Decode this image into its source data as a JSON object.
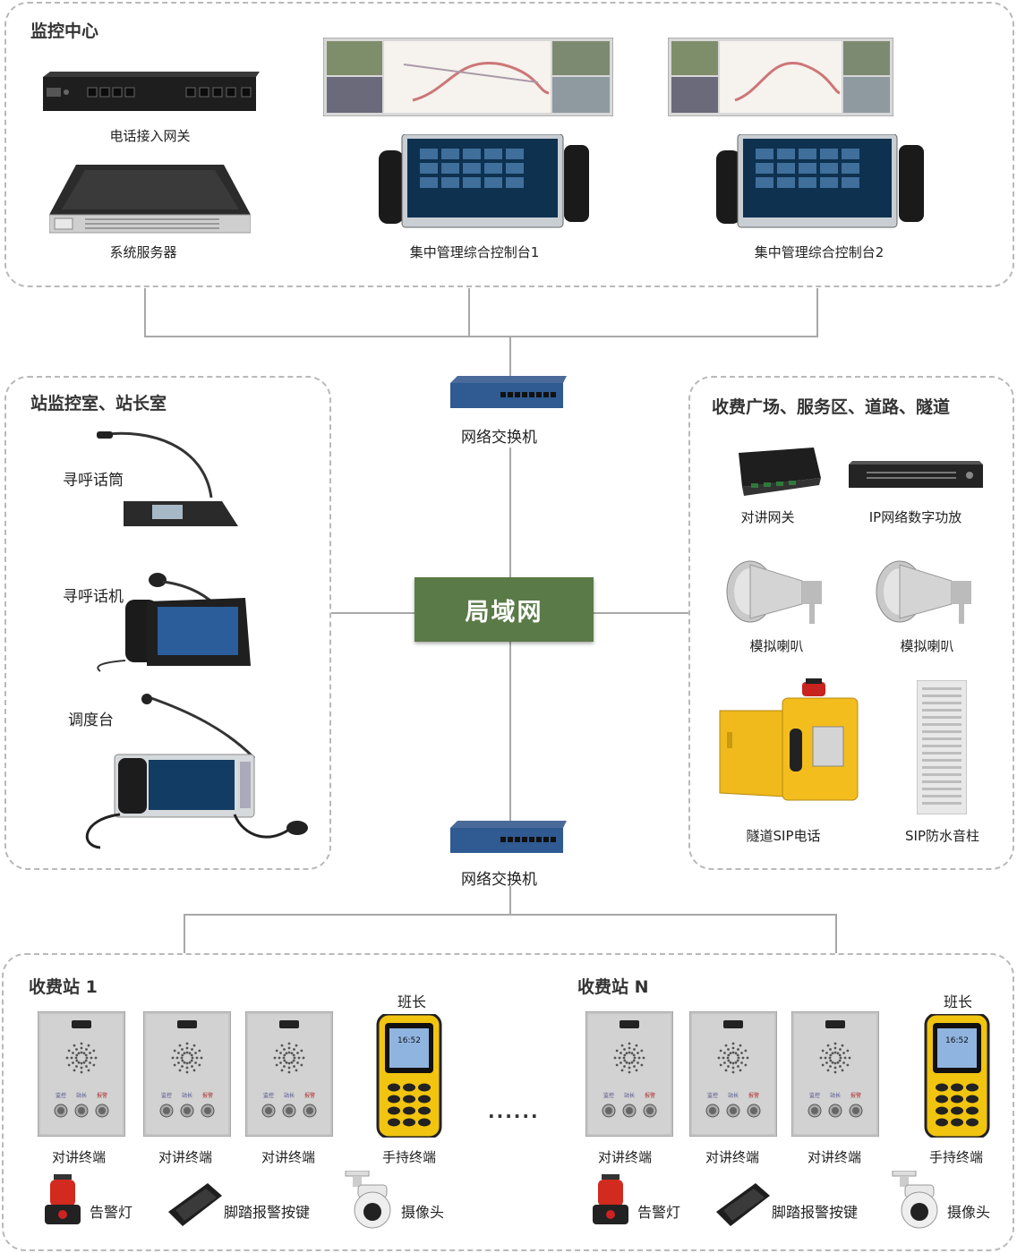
{
  "monitoring_center": {
    "title": "监控中心",
    "gateway": "电话接入网关",
    "server": "系统服务器",
    "console1": "集中管理综合控制台1",
    "console2": "集中管理综合控制台2"
  },
  "station_room": {
    "title": "站监控室、站长室",
    "mic": "寻呼话筒",
    "pager": "寻呼话机",
    "dispatch": "调度台"
  },
  "field": {
    "title": "收费广场、服务区、道路、隧道",
    "intercom_gateway": "对讲网关",
    "amplifier": "IP网络数字功放",
    "horn1": "模拟喇叭",
    "horn2": "模拟喇叭",
    "tunnel_phone": "隧道SIP电话",
    "column_speaker": "SIP防水音柱"
  },
  "network": {
    "switch_top": "网络交换机",
    "switch_bottom": "网络交换机",
    "lan": "局域网"
  },
  "station1": {
    "title": "收费站 1",
    "leader": "班长",
    "terminal1": "对讲终端",
    "terminal2": "对讲终端",
    "terminal3": "对讲终端",
    "handheld": "手持终端",
    "alarm_light": "告警灯",
    "pedal": "脚踏报警按键",
    "camera": "摄像头"
  },
  "stationN": {
    "title": "收费站 N",
    "leader": "班长",
    "terminal1": "对讲终端",
    "terminal2": "对讲终端",
    "terminal3": "对讲终端",
    "handheld": "手持终端",
    "alarm_light": "告警灯",
    "pedal": "脚踏报警按键",
    "camera": "摄像头"
  },
  "ellipsis": "······",
  "panel_labels": [
    "监控",
    "站长",
    "报警"
  ],
  "phone_screen": {
    "time": "16:52"
  }
}
